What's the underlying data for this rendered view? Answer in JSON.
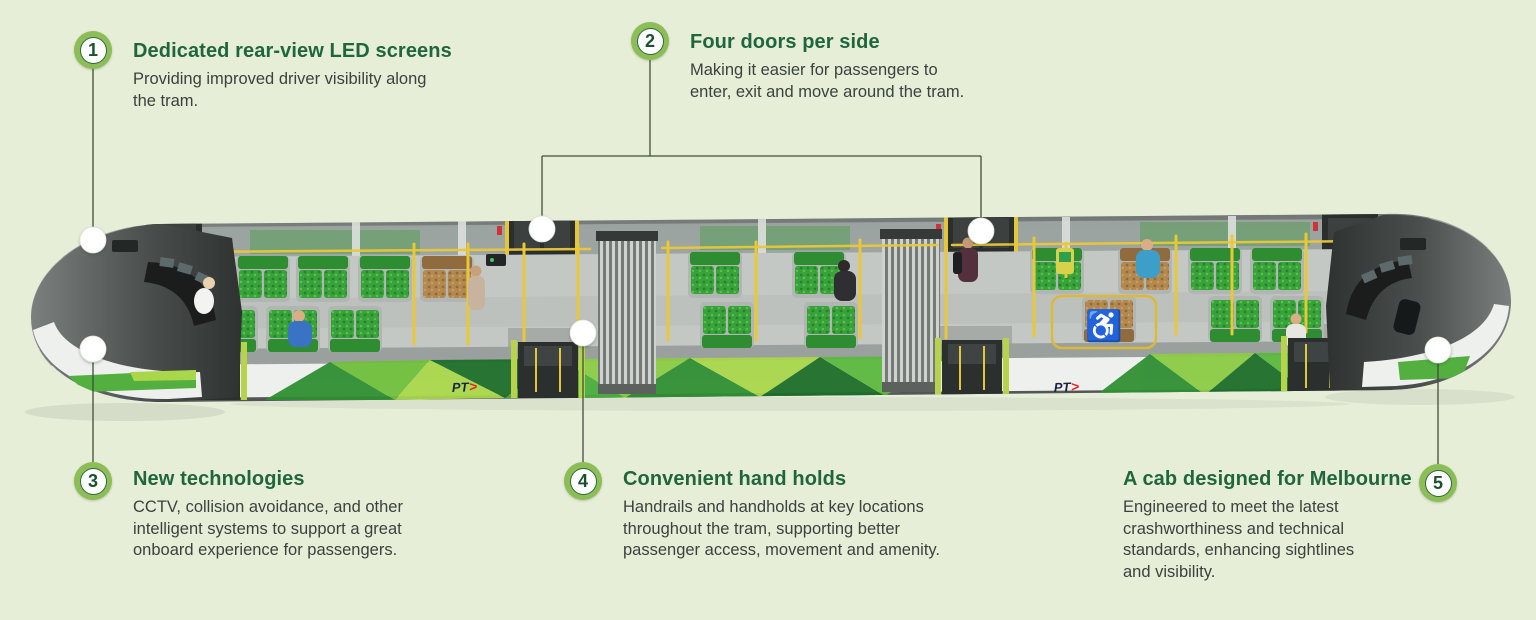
{
  "page": {
    "background": "#e6eed8"
  },
  "callouts": [
    {
      "number": "1",
      "title": "Dedicated rear-view LED screens",
      "body": "Providing improved driver visibility along\nthe tram."
    },
    {
      "number": "2",
      "title": "Four doors per side",
      "body": "Making it easier for passengers to\nenter, exit and move around the tram."
    },
    {
      "number": "3",
      "title": "New technologies",
      "body": "CCTV, collision avoidance, and other\nintelligent systems to support a great\nonboard experience for passengers."
    },
    {
      "number": "4",
      "title": "Convenient hand holds",
      "body": "Handrails and handholds at key locations\nthroughout the tram, supporting better\npassenger access, movement and amenity."
    },
    {
      "number": "5",
      "title": "A cab designed for Melbourne",
      "body": "Engineered to meet the latest\ncrashworthiness and technical\nstandards, enhancing sightlines\nand visibility."
    }
  ],
  "tram": {
    "logo_pt": "PT",
    "logo_arrow": ">",
    "wheelchair_glyph": "♿"
  },
  "colors": {
    "background": "#e6eed8",
    "title_green": "#20663c",
    "body_text": "#39423e",
    "badge_ring": "#8cbd56",
    "badge_number": "#1c5130",
    "connector_line": "#3f4f3c",
    "tram_lime": "#b6d34b",
    "tram_yellow": "#e9c838",
    "seat_green": "#3aa63c",
    "logo_navy": "#1c2340",
    "logo_red": "#e4252c"
  }
}
